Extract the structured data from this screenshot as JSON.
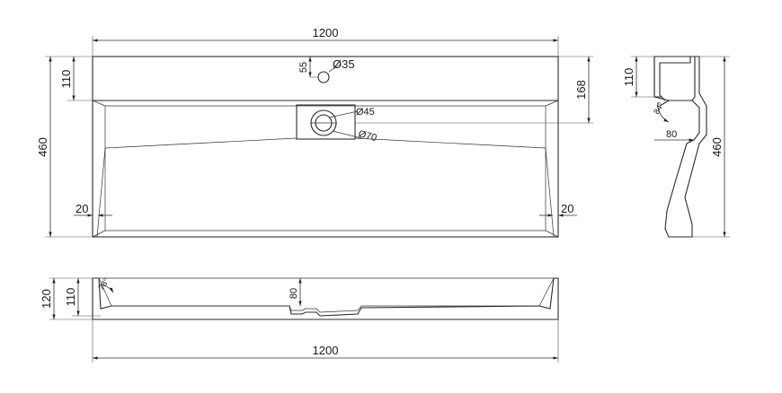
{
  "top_view": {
    "overall_width": "1200",
    "overall_depth": "460",
    "tap_hole_offset": "110",
    "tap_hole_dia": "Ø35",
    "tap_hole_small": "55",
    "drain_to_back": "168",
    "drain_dia_inner": "Ø45",
    "drain_dia_outer": "Ø70",
    "side_wall_left": "20",
    "side_wall_right": "20"
  },
  "side_view": {
    "top_height": "110",
    "overall_depth": "460",
    "angle": "84°",
    "step": "80"
  },
  "front_view": {
    "height_outer": "120",
    "height_inner": "110",
    "angle": "78°",
    "inner_depth": "80",
    "overall_width": "1200"
  }
}
